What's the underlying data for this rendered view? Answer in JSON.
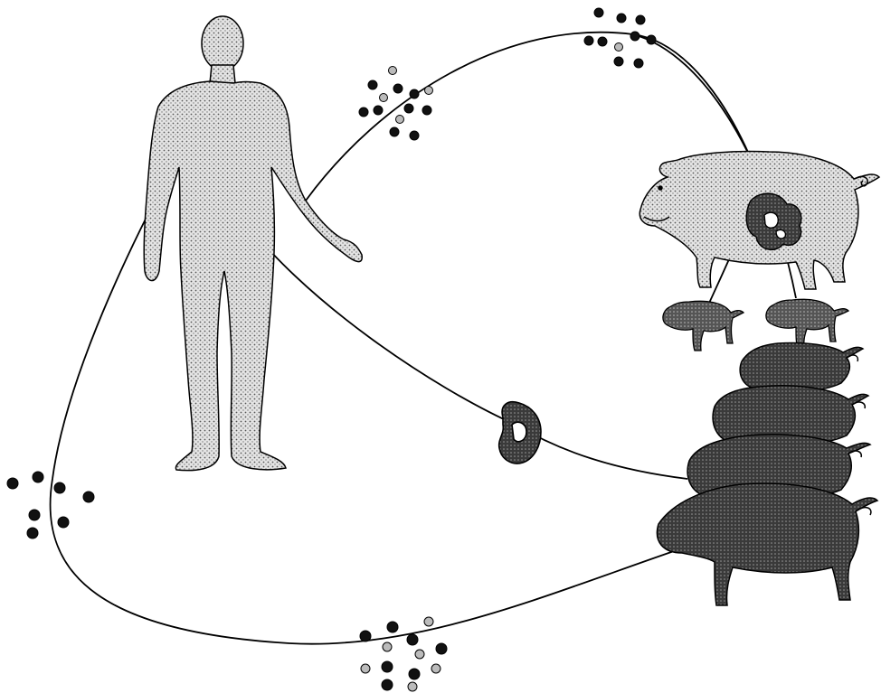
{
  "figure": {
    "caption": "",
    "colors": {
      "background": "#ffffff",
      "line": "#000000",
      "human_fill": "#d8d8d8",
      "sow_fill": "#dadada",
      "piglet_fill": "#6e6e6e",
      "herd_fill": "#505050",
      "dot_dark": "#111111",
      "dot_light": "#bdbdbd"
    },
    "elements": [
      {
        "name": "human-figure",
        "kind": "human-silhouette"
      },
      {
        "name": "sow",
        "kind": "pig-light"
      },
      {
        "name": "piglet-left",
        "kind": "pig-small-dark"
      },
      {
        "name": "piglet-right",
        "kind": "pig-small-dark"
      },
      {
        "name": "pig-herd",
        "kind": "stacked-pigs-dark"
      },
      {
        "name": "kidney-organ",
        "kind": "organ"
      },
      {
        "name": "particle-cluster-top",
        "kind": "dots"
      },
      {
        "name": "particle-cluster-upper-left",
        "kind": "dots"
      },
      {
        "name": "particle-cluster-left",
        "kind": "dots"
      },
      {
        "name": "particle-cluster-bottom",
        "kind": "dots"
      }
    ],
    "arrows": [
      {
        "name": "arrow-human-to-sow",
        "from": "human-figure",
        "to": "sow"
      },
      {
        "name": "arrow-herd-to-human-arm",
        "from": "pig-herd",
        "to": "human-figure"
      },
      {
        "name": "arrow-herd-to-human-abdomen",
        "from": "pig-herd",
        "to": "human-figure"
      }
    ]
  }
}
